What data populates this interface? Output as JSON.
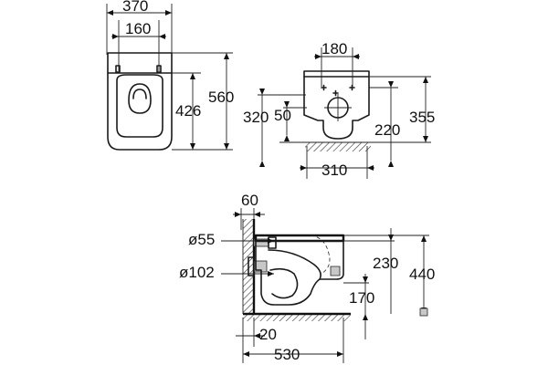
{
  "views": {
    "top": {
      "dims": {
        "overall_width": "370",
        "bolt_spacing": "160",
        "length": "560",
        "bowl_length": "426"
      }
    },
    "front": {
      "dims": {
        "top_width": "180",
        "outlet_width": "310",
        "left_height": "320",
        "outlet_height": "50",
        "right_lower": "220",
        "right_upper": "355"
      }
    },
    "side": {
      "dims": {
        "wall_offset": "60",
        "inlet_dia": "ø55",
        "outlet_dia": "ø102",
        "depth": "530",
        "floor_offset": "20",
        "outlet_height": "170",
        "inlet_height": "230",
        "rim_height": "440"
      }
    }
  }
}
